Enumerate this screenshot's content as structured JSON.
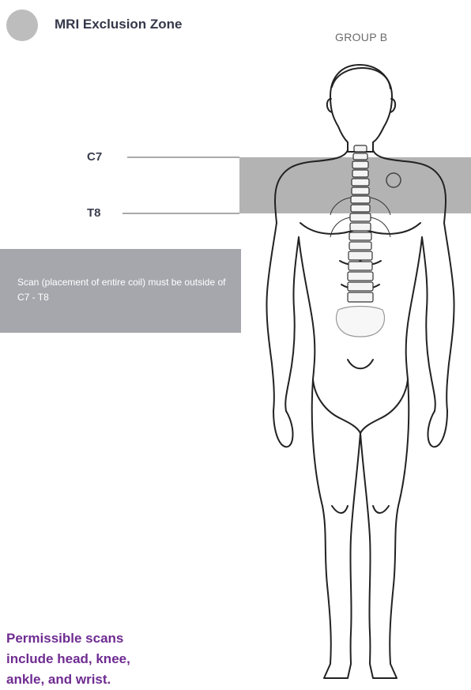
{
  "legend": {
    "title": "MRI Exclusion Zone",
    "swatch_color": "#bdbdbd"
  },
  "group_label": "GROUP B",
  "levels": {
    "upper": "C7",
    "lower": "T8"
  },
  "note": {
    "text": "Scan (placement of entire coil) must be outside of C7 - T8"
  },
  "footer": {
    "text": "Permissible scans include head, knee, ankle, and wrist."
  },
  "colors": {
    "exclusion_zone": "#b3b3b3",
    "note_box": "#a6a7ad",
    "footer_text": "#6f2c91"
  },
  "icons": {
    "figure": "human-body-icon",
    "spine": "spine-icon",
    "device": "implant-icon"
  }
}
